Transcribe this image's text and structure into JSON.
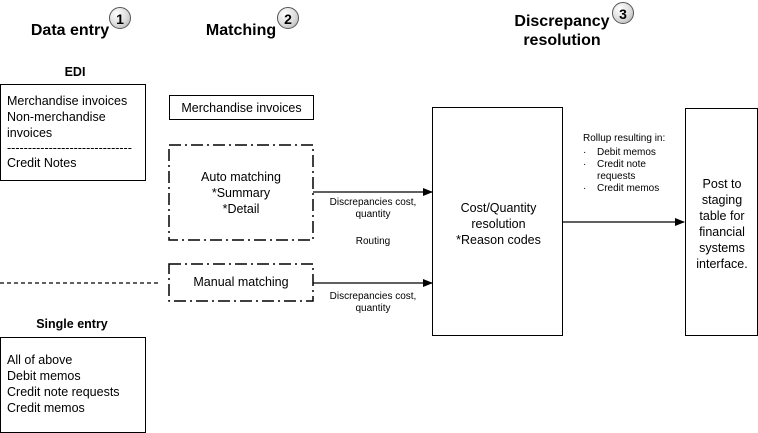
{
  "stages": [
    {
      "title": "Data entry",
      "number": "1"
    },
    {
      "title": "Matching",
      "number": "2"
    },
    {
      "title": "Discrepancy resolution",
      "number": "3"
    }
  ],
  "edi": {
    "label": "EDI",
    "lines": [
      "Merchandise invoices",
      "Non-merchandise invoices"
    ],
    "separator": "------------------------------",
    "footer": "Credit Notes"
  },
  "single_entry": {
    "label": "Single entry",
    "lines": [
      "All of above",
      "Debit memos",
      "Credit note requests",
      "Credit memos"
    ]
  },
  "matching": {
    "merch_invoices": "Merchandise invoices",
    "auto_title": "Auto matching",
    "auto_lines": [
      "*Summary",
      "*Detail"
    ],
    "manual_title": "Manual matching"
  },
  "edges": {
    "auto_discrepancies": "Discrepancies cost, quantity",
    "routing": "Routing",
    "manual_discrepancies": "Discrepancies cost, quantity"
  },
  "resolution": {
    "title": "Cost/Quantity resolution",
    "reason": "*Reason codes"
  },
  "rollup": {
    "heading": "Rollup resulting in:",
    "items": [
      "Debit memos",
      "Credit note requests",
      "Credit memos"
    ]
  },
  "post": {
    "text": "Post to staging table for financial systems interface."
  }
}
